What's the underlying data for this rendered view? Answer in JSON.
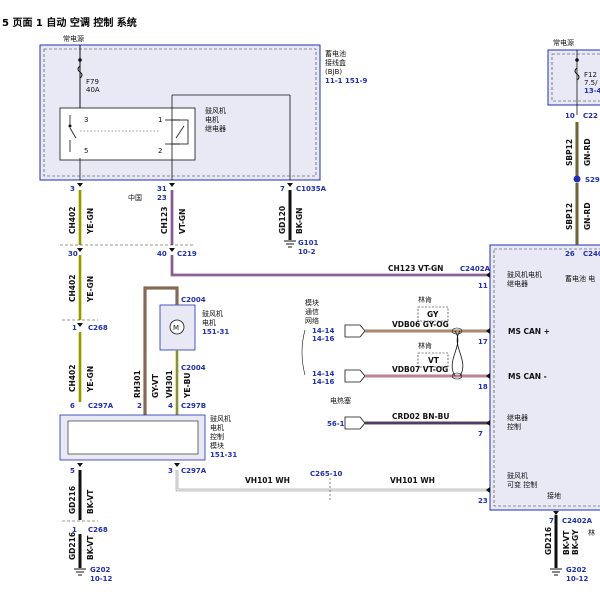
{
  "title": "5 页面 1 自动 空调 控制 系统",
  "colors": {
    "blue": "#1f2fb0",
    "box_fill": "#e9e9f6",
    "wire_yellow": "#c8cc1a",
    "wire_violet": "#b37fbf",
    "wire_green": "#3f6f2a",
    "wire_gray": "#8a8a8a",
    "wire_brown": "#7a4a2a",
    "wire_orange": "#d08a3a",
    "wire_pink": "#c86aa8",
    "wire_black": "#111111"
  },
  "bjb": {
    "top_label": "常电源",
    "fuse_name": "F79",
    "fuse_rating": "40A",
    "name_lines": [
      "蓄电池",
      "接线盒",
      "(BJB)"
    ],
    "ref": "11-1  151-9",
    "relay_lines": [
      "鼓风机",
      "电机",
      "继电器"
    ],
    "pin_3": "3",
    "pin_1": "1",
    "pin_5": "5",
    "pin_2": "2",
    "pin_out_3": "3",
    "pin_out_31": "31",
    "pin_out_23": "23",
    "pin_out_7": "7",
    "middle_note": "中国"
  },
  "right_fuse": {
    "top_label": "常电源",
    "name": "F12",
    "rating": "7.5/",
    "ref": "13-4",
    "pin": "10",
    "conn": "C22"
  },
  "connectors": {
    "c1035a": "C1035A",
    "c219": "C219",
    "c2004": "C2004",
    "c268": "C268",
    "c297a": "C297A",
    "c297b": "C297B",
    "c2402a": "C2402A",
    "c265": "C265-10",
    "s29": "S29",
    "c240": "C240",
    "c268b": "C268"
  },
  "wires": {
    "ch402": "CH402",
    "ye_gn": "YE-GN",
    "ch123": "CH123",
    "vt_gn": "VT-GN",
    "gd120": "GD120",
    "bk_gn": "BK-GN",
    "rh301": "RH301",
    "gy_vt": "GY-VT",
    "vh301": "VH301",
    "ye_bu": "YE-BU",
    "gd216": "GD216",
    "bk_vt": "BK-VT",
    "sbp12": "SBP12",
    "gn_rd": "GN-RD",
    "ch123_h": "CH123 VT-GN",
    "vdb06": "VDB06 GY-OG",
    "vdb07": "VDB07 VT-OG",
    "crd02": "CRD02 BN-BU",
    "vh101": "VH101  WH",
    "bk_gy": "BK-GY"
  },
  "pins": {
    "p30": "30",
    "p40": "40",
    "p1": "1",
    "p6": "6",
    "p5": "5",
    "p1b": "1",
    "p11": "11",
    "p17": "17",
    "p18": "18",
    "p7": "7",
    "p23": "23",
    "p26": "26",
    "p2": "2",
    "p4": "4",
    "p7b": "7"
  },
  "grounds": {
    "g101": "G101",
    "g101_ref": "10-2",
    "g202": "G202",
    "g202_ref": "10-12",
    "g202b": "G202",
    "g202b_ref": "10-12"
  },
  "motor": {
    "lines": [
      "鼓风机",
      "电机"
    ],
    "ref": "151-31"
  },
  "module": {
    "lines": [
      "鼓风机",
      "电机",
      "控制",
      "模块"
    ],
    "ref": "151-31"
  },
  "right_module": {
    "relay_lines": [
      "鼓风机电机",
      "继电器"
    ],
    "battery_label": "蓄电池 电",
    "ms_can_plus": "MS CAN +",
    "ms_can_minus": "MS CAN -",
    "relay_ctrl": [
      "继电器",
      "控制"
    ],
    "blower_ctrl": [
      "鼓风机",
      "可变 控制"
    ],
    "ground": "接地"
  },
  "left_side": {
    "net_lines": [
      "模块",
      "通信",
      "网络"
    ],
    "conn_a": "14-14",
    "conn_b": "14-16",
    "conn_c": "14-14",
    "conn_d": "14-16",
    "heater_label": "电热塞",
    "heater_conn": "56-1",
    "twist_label_1": "林肯",
    "gy_label": "GY",
    "twist_label_2": "林肯",
    "vt_label": "VT"
  },
  "bottom_right_label": "林"
}
